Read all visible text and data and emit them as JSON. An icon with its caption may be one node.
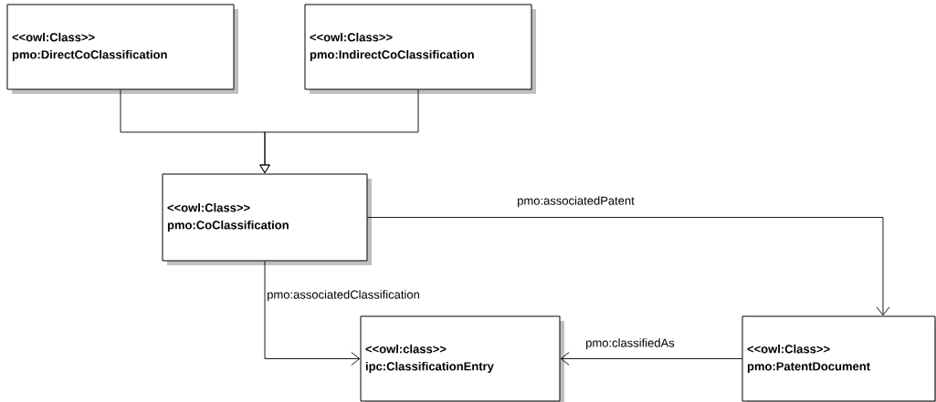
{
  "diagram": {
    "nodes": [
      {
        "text": [
          "<<owl:Class>>",
          "pmo:DirectCoClassification"
        ]
      },
      {
        "text": [
          "<<owl:Class>>",
          "pmo:IndirectCoClassification"
        ]
      },
      {
        "text": [
          "<<owl:Class>>",
          "pmo:CoClassification"
        ]
      },
      {
        "text": [
          "<<owl:class>>",
          "ipc:ClassificationEntry"
        ]
      },
      {
        "text": [
          "<<owl:Class>>",
          "pmo:PatentDocument"
        ]
      }
    ],
    "edges": [
      {
        "from": 0,
        "to": 2,
        "arrow": "to"
      },
      {
        "from": 1,
        "to": 2,
        "arrow": "to"
      },
      {
        "from": 2,
        "to": 4,
        "arrow": "to",
        "label": "pmo:associatedPatent"
      },
      {
        "from": 2,
        "to": 3,
        "arrow": "to",
        "label": "pmo:associatedClassification"
      },
      {
        "from": 4,
        "to": 3,
        "arrow": "to",
        "label": "pmo:classifiedAs"
      }
    ]
  }
}
